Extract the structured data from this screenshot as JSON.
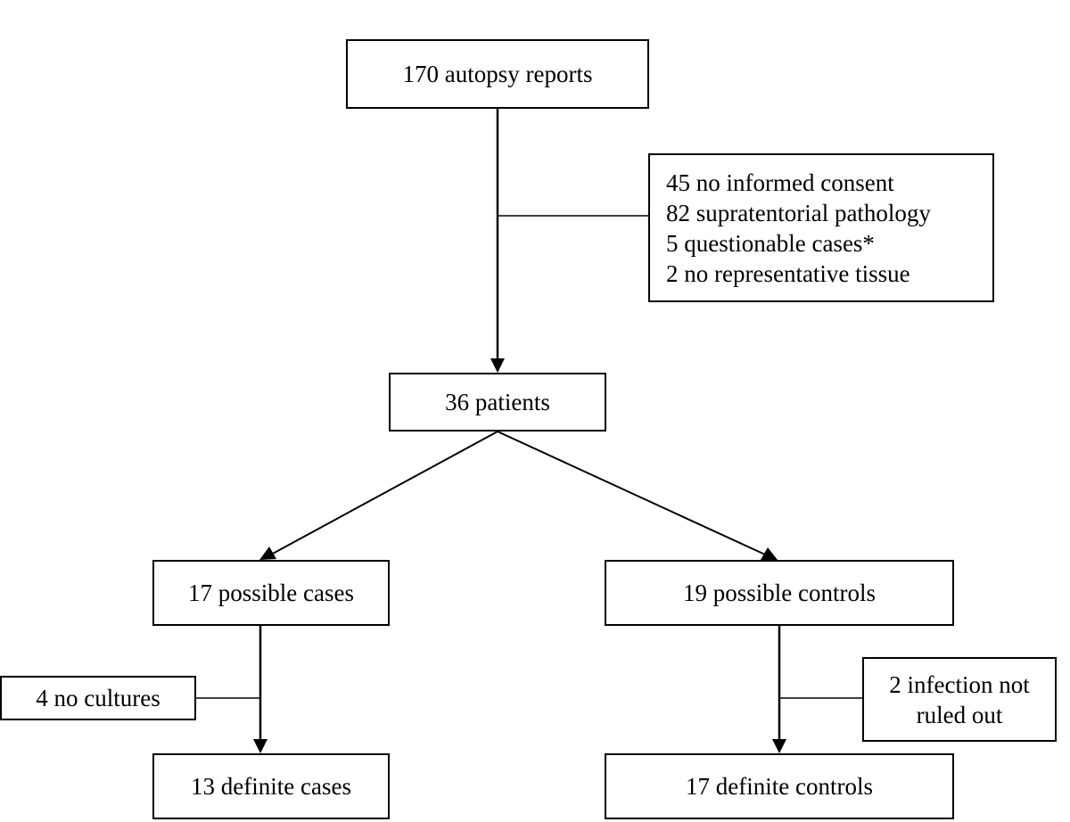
{
  "diagram": {
    "nodes": {
      "autopsy": "170 autopsy reports",
      "excluded": [
        "45 no informed consent",
        "82 supratentorial pathology",
        "5 questionable cases*",
        "2 no representative tissue"
      ],
      "patients": "36 patients",
      "possible_cases": "17 possible cases",
      "possible_controls": "19 possible controls",
      "no_cultures": "4 no cultures",
      "infection_not_ruled_out": [
        "2 infection not",
        "ruled out"
      ],
      "definite_cases": "13 definite cases",
      "definite_controls": "17 definite controls"
    },
    "edges": [
      {
        "from": "autopsy",
        "to": "patients"
      },
      {
        "from": "autopsy",
        "to": "excluded",
        "type": "exclusion"
      },
      {
        "from": "patients",
        "to": "possible_cases"
      },
      {
        "from": "patients",
        "to": "possible_controls"
      },
      {
        "from": "possible_cases",
        "to": "definite_cases"
      },
      {
        "from": "possible_cases",
        "to": "no_cultures",
        "type": "exclusion"
      },
      {
        "from": "possible_controls",
        "to": "definite_controls"
      },
      {
        "from": "possible_controls",
        "to": "infection_not_ruled_out",
        "type": "exclusion"
      }
    ]
  }
}
